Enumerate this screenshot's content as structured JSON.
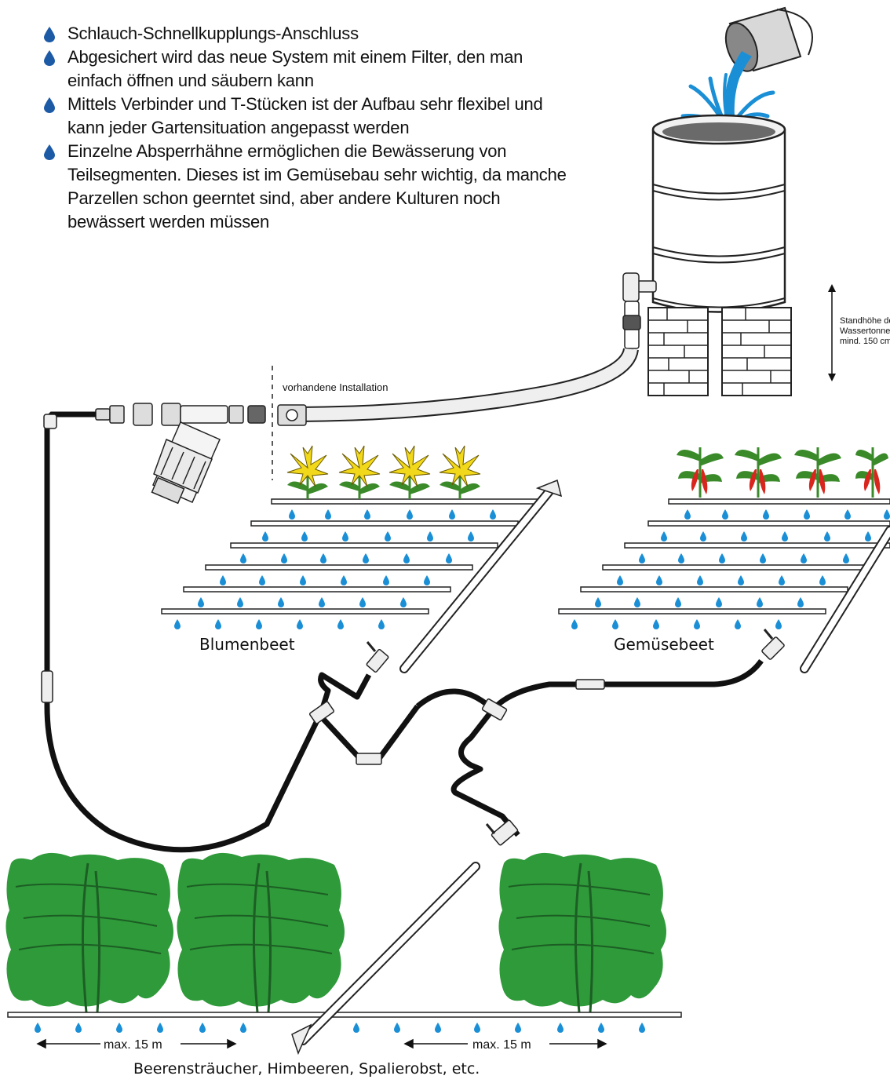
{
  "bullets": [
    "Schlauch-Schnellkupplungs-Anschluss",
    "Abgesichert wird das neue System mit einem Filter, den man einfach öffnen und säubern kann",
    "Mittels Verbinder und T-Stücken ist der Aufbau sehr flexibel und kann jeder Gartensituation angepasst werden",
    "Einzelne Absperrhähne ermöglichen die Bewässerung von Teilsegmenten. Dieses ist im Gemüsebau sehr wichtig, da manche Parzellen schon geerntet sind, aber andere Kulturen noch bewässert werden müssen"
  ],
  "labels": {
    "standhoehe_1": "Standhöhe der",
    "standhoehe_2": "Wassertonne",
    "standhoehe_3": "mind. 150 cm",
    "vorhandene_installation": "vorhandene Installation",
    "blumenbeet": "Blumenbeet",
    "gemuesebeet": "Gemüsebeet",
    "max_left": "max. 15 m",
    "max_right": "max. 15 m",
    "beeren": "Beerensträucher, Himbeeren, Spalierobst, etc."
  },
  "colors": {
    "water": "#1a8fd6",
    "bullet_drop": "#1d5aa6",
    "foliage": "#2f9a3a",
    "flower": "#f2d81a",
    "pepper": "#d8261e",
    "stem": "#3a8a2a",
    "hose": "#111111"
  }
}
